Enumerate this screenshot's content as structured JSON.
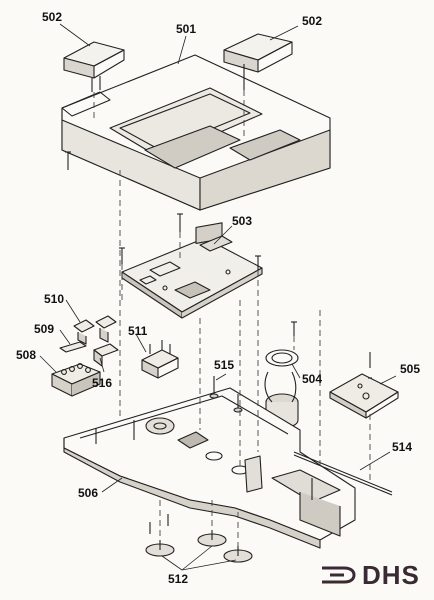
{
  "callouts": {
    "c501": "501",
    "c502_left": "502",
    "c502_right": "502",
    "c503": "503",
    "c504": "504",
    "c505": "505",
    "c506": "506",
    "c508": "508",
    "c509": "509",
    "c510": "510",
    "c511": "511",
    "c512": "512",
    "c514": "514",
    "c515": "515",
    "c516": "516"
  },
  "logo": {
    "text": "DHS",
    "color": "#3a2a33"
  },
  "colors": {
    "line": "#222222",
    "paper": "#fbfaf7",
    "shade": "#d9d6cf"
  }
}
